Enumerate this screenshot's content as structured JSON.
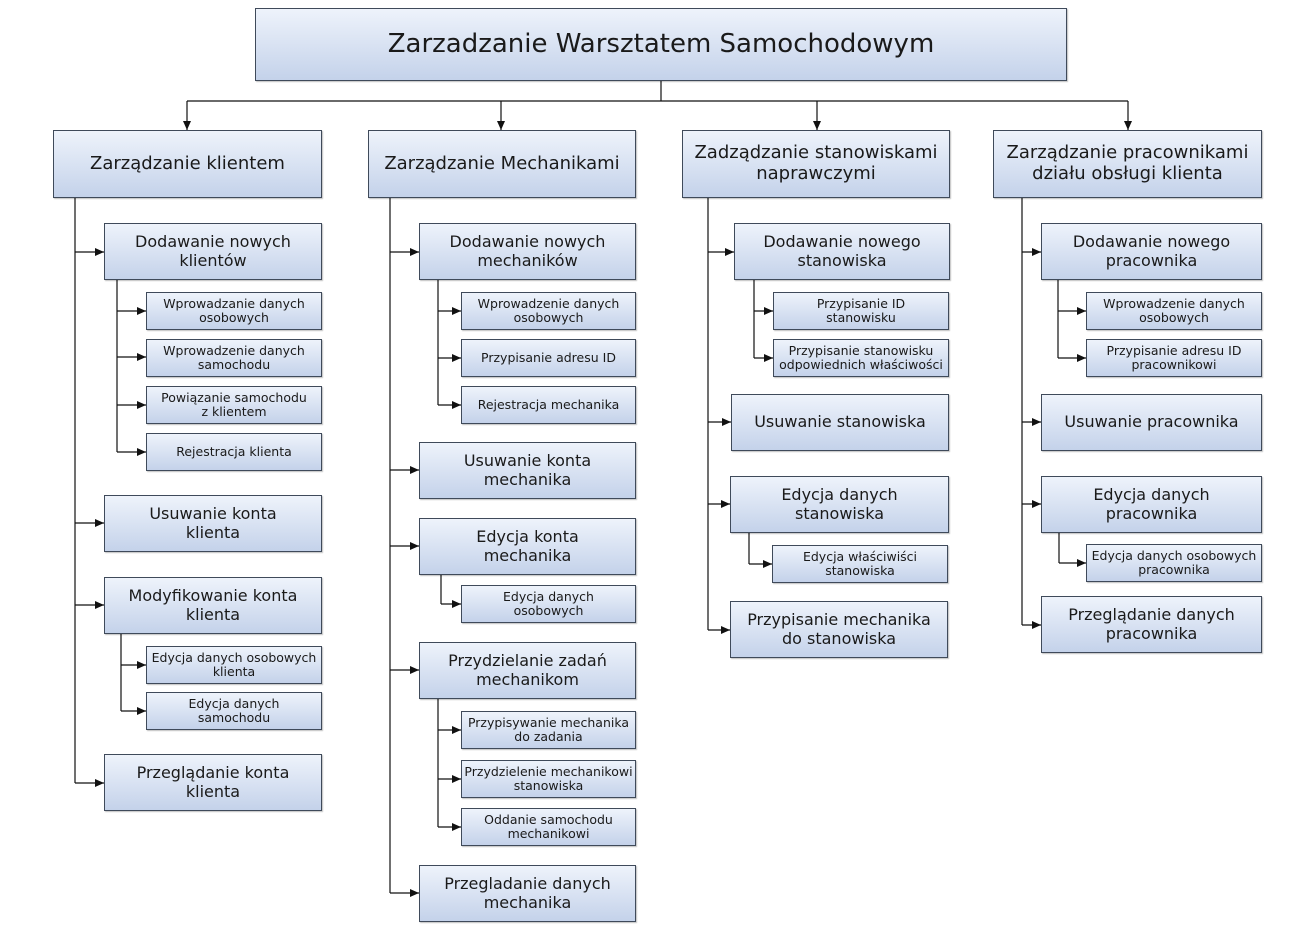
{
  "root": {
    "label": "Zarzadzanie Warsztatem Samochodowym"
  },
  "columns": [
    {
      "label": "Zarządzanie klientem",
      "children": [
        {
          "label": "Dodawanie nowych\nklientów",
          "children": [
            {
              "label": "Wprowadzanie danych\nosobowych"
            },
            {
              "label": "Wprowadzenie danych\nsamochodu"
            },
            {
              "label": "Powiązanie samochodu\nz klientem"
            },
            {
              "label": "Rejestracja klienta"
            }
          ]
        },
        {
          "label": "Usuwanie konta\nklienta",
          "children": []
        },
        {
          "label": "Modyfikowanie konta\nklienta",
          "children": [
            {
              "label": "Edycja danych osobowych\nklienta"
            },
            {
              "label": "Edycja danych\nsamochodu"
            }
          ]
        },
        {
          "label": "Przeglądanie konta\nklienta",
          "children": []
        }
      ]
    },
    {
      "label": "Zarządzanie Mechanikami",
      "children": [
        {
          "label": "Dodawanie nowych\nmechaników",
          "children": [
            {
              "label": "Wprowadzenie danych\nosobowych"
            },
            {
              "label": "Przypisanie adresu ID"
            },
            {
              "label": "Rejestracja mechanika"
            }
          ]
        },
        {
          "label": "Usuwanie konta\nmechanika",
          "children": []
        },
        {
          "label": "Edycja konta\nmechanika",
          "children": [
            {
              "label": "Edycja danych\nosobowych"
            }
          ]
        },
        {
          "label": "Przydzielanie zadań\nmechanikom",
          "children": [
            {
              "label": "Przypisywanie mechanika\ndo zadania"
            },
            {
              "label": "Przydzielenie mechanikowi\nstanowiska"
            },
            {
              "label": "Oddanie samochodu\nmechanikowi"
            }
          ]
        },
        {
          "label": "Przegladanie danych\nmechanika",
          "children": []
        }
      ]
    },
    {
      "label": "Zadządzanie stanowiskami\nnaprawczymi",
      "children": [
        {
          "label": "Dodawanie nowego\nstanowiska",
          "children": [
            {
              "label": "Przypisanie ID\nstanowisku"
            },
            {
              "label": "Przypisanie stanowisku\nodpowiednich właściwości"
            }
          ]
        },
        {
          "label": "Usuwanie stanowiska",
          "children": []
        },
        {
          "label": "Edycja danych\nstanowiska",
          "children": [
            {
              "label": "Edycja właściwiści\nstanowiska"
            }
          ]
        },
        {
          "label": "Przypisanie mechanika\ndo stanowiska",
          "children": []
        }
      ]
    },
    {
      "label": "Zarządzanie pracownikami\ndziału obsługi klienta",
      "children": [
        {
          "label": "Dodawanie nowego\npracownika",
          "children": [
            {
              "label": "Wprowadzenie danych\nosobowych"
            },
            {
              "label": "Przypisanie adresu ID\npracownikowi"
            }
          ]
        },
        {
          "label": "Usuwanie pracownika",
          "children": []
        },
        {
          "label": "Edycja danych\npracownika",
          "children": [
            {
              "label": "Edycja danych osobowych\npracownika"
            }
          ]
        },
        {
          "label": "Przeglądanie danych\npracownika",
          "children": []
        }
      ]
    }
  ]
}
